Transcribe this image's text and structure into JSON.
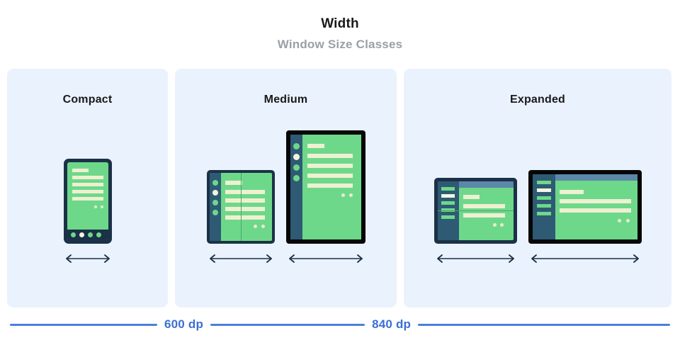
{
  "header": {
    "title": "Width",
    "subtitle": "Window Size Classes"
  },
  "panels": [
    {
      "key": "compact",
      "title": "Compact",
      "devices": [
        "phone-portrait"
      ]
    },
    {
      "key": "medium",
      "title": "Medium",
      "devices": [
        "foldable-portrait",
        "tablet-portrait"
      ]
    },
    {
      "key": "expanded",
      "title": "Expanded",
      "devices": [
        "foldable-landscape",
        "tablet-landscape"
      ]
    }
  ],
  "scale": {
    "breakpoints": [
      "600 dp",
      "840 dp"
    ],
    "line_color": "#4a7fe0",
    "label_color": "#3b6fd4"
  },
  "colors": {
    "panel_background": "#eaf2fd",
    "page_background": "#ffffff",
    "screen_green": "#6ed88a",
    "content_cream": "#eef0d2",
    "rail_slate": "#2e5a74",
    "bezel_navy": "#1b3147",
    "bezel_black": "#060606",
    "topbar_blue": "#5b88a8",
    "title_black": "#18191b",
    "subtitle_gray": "#9aa0a6",
    "arrow_navy": "#1b3147"
  },
  "icons": {
    "arrow": "double-headed-horizontal-arrow"
  }
}
